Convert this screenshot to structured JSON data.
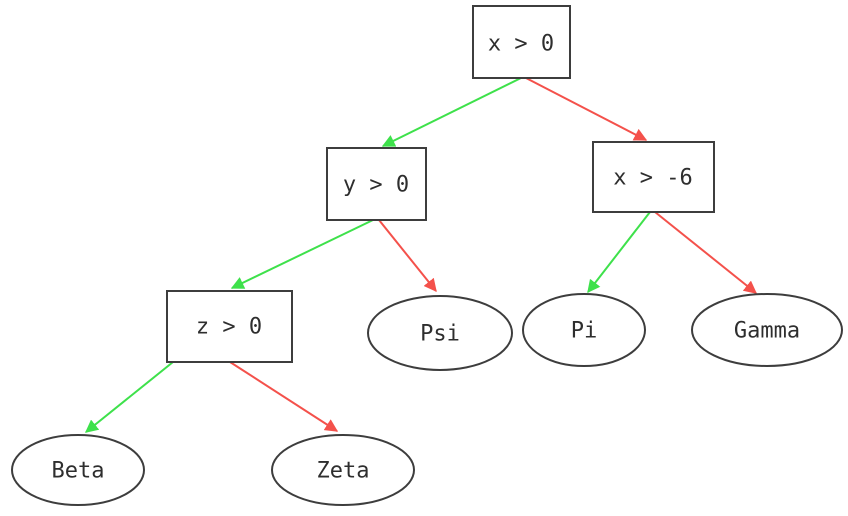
{
  "diagram": {
    "kind": "decision-tree",
    "colors": {
      "background": "#ffffff",
      "node_border": "#3d3d3d",
      "node_fill": "#ffffff",
      "label_text": "#2e2e2e",
      "true_edge": "#3ee14b",
      "false_edge": "#f4514b"
    },
    "nodes": {
      "root": {
        "label": "x > 0",
        "kind": "decision"
      },
      "y_gt_0": {
        "label": "y > 0",
        "kind": "decision"
      },
      "x_gt_neg6": {
        "label": "x > -6",
        "kind": "decision"
      },
      "z_gt_0": {
        "label": "z > 0",
        "kind": "decision"
      },
      "psi": {
        "label": "Psi",
        "kind": "leaf"
      },
      "pi": {
        "label": "Pi",
        "kind": "leaf"
      },
      "gamma": {
        "label": "Gamma",
        "kind": "leaf"
      },
      "beta": {
        "label": "Beta",
        "kind": "leaf"
      },
      "zeta": {
        "label": "Zeta",
        "kind": "leaf"
      }
    },
    "edges": [
      {
        "from": "x > 0",
        "to": "y > 0",
        "branch": "true"
      },
      {
        "from": "x > 0",
        "to": "x > -6",
        "branch": "false"
      },
      {
        "from": "y > 0",
        "to": "z > 0",
        "branch": "true"
      },
      {
        "from": "y > 0",
        "to": "Psi",
        "branch": "false"
      },
      {
        "from": "x > -6",
        "to": "Pi",
        "branch": "true"
      },
      {
        "from": "x > -6",
        "to": "Gamma",
        "branch": "false"
      },
      {
        "from": "z > 0",
        "to": "Beta",
        "branch": "true"
      },
      {
        "from": "z > 0",
        "to": "Zeta",
        "branch": "false"
      }
    ]
  }
}
